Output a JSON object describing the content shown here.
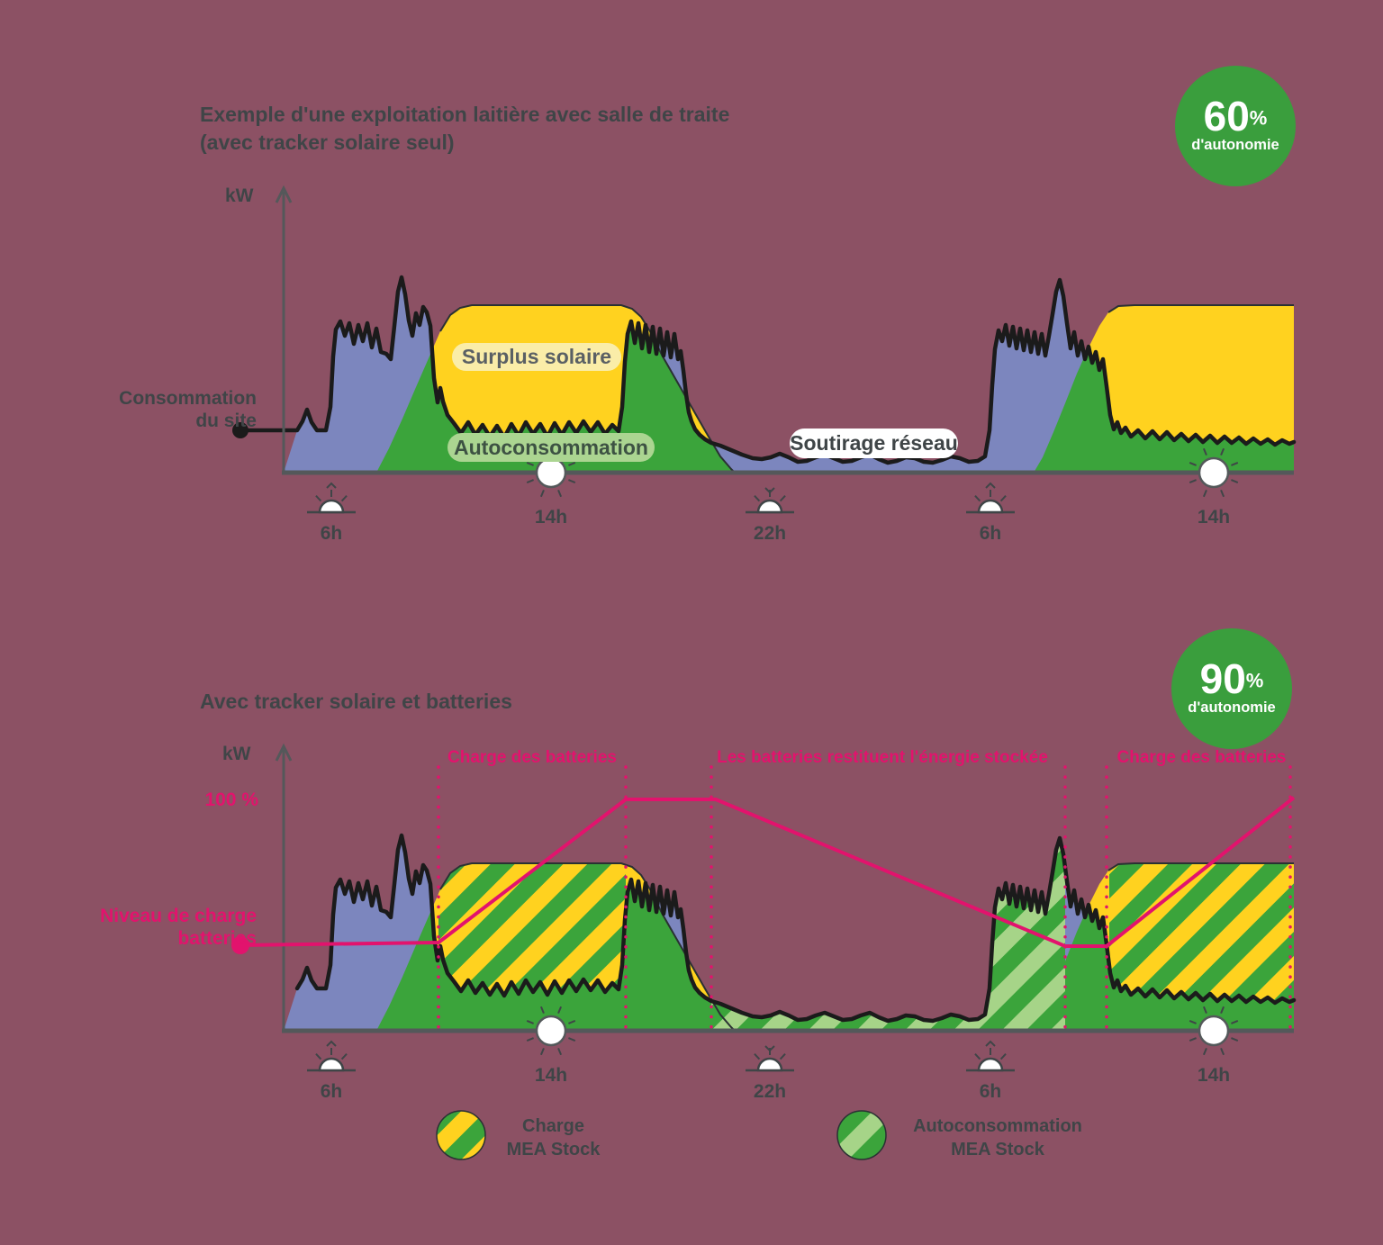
{
  "colors": {
    "background": "#8C5164",
    "blue": "#7C86BE",
    "green": "#3BA43B",
    "light_green": "#A6D488",
    "yellow": "#FFD21F",
    "pink": "#E2136D",
    "ink": "#1B1B1B",
    "axis": "#54585A",
    "text_dark": "#3F4547",
    "badge_green": "#3A9E3D",
    "solar_edge": "#2A3133"
  },
  "chart_data": [
    {
      "id": "solo",
      "type": "area",
      "title_lines": [
        "Exemple d'une exploitation laitière avec salle de traite",
        "(avec tracker solaire seul)"
      ],
      "badge": {
        "value": "60",
        "percent": "%",
        "label": "d'autonomie"
      },
      "ylabel": "kW",
      "xlabel": "",
      "axis_x": 315,
      "baseline_y": 525,
      "axis_top_y": 205,
      "x_end": 1437,
      "offset_y": 0,
      "grid": false,
      "ticks": [
        {
          "label": "6h",
          "x": 368,
          "icon": "sunrise"
        },
        {
          "label": "14h",
          "x": 612,
          "icon": "sun"
        },
        {
          "label": "22h",
          "x": 855,
          "icon": "sunset"
        },
        {
          "label": "6h",
          "x": 1100,
          "icon": "sunrise"
        },
        {
          "label": "14h",
          "x": 1348,
          "icon": "sun"
        }
      ],
      "labels": {
        "consumption_lines": [
          "Consommation",
          "du site"
        ],
        "surplus": "Surplus solaire",
        "self_consumption": "Autoconsommation",
        "grid_draw": "Soutirage réseau"
      },
      "series": {
        "solar": [
          [
            418,
            525
          ],
          [
            432,
            498
          ],
          [
            447,
            465
          ],
          [
            462,
            430
          ],
          [
            476,
            398
          ],
          [
            489,
            368
          ],
          [
            500,
            350
          ],
          [
            511,
            342
          ],
          [
            524,
            339
          ],
          [
            690,
            339
          ],
          [
            702,
            343
          ],
          [
            712,
            352
          ],
          [
            722,
            368
          ],
          [
            736,
            396
          ],
          [
            752,
            424
          ],
          [
            768,
            452
          ],
          [
            784,
            480
          ],
          [
            800,
            507
          ],
          [
            812,
            521
          ],
          [
            816,
            525
          ],
          [
            1148,
            525
          ],
          [
            1158,
            508
          ],
          [
            1170,
            480
          ],
          [
            1183,
            448
          ],
          [
            1196,
            415
          ],
          [
            1209,
            386
          ],
          [
            1221,
            362
          ],
          [
            1231,
            347
          ],
          [
            1242,
            340
          ],
          [
            1260,
            339
          ],
          [
            1437,
            339
          ]
        ],
        "consumption": [
          [
            267,
            478
          ],
          [
            330,
            478
          ],
          [
            336,
            468
          ],
          [
            341,
            455
          ],
          [
            346,
            469
          ],
          [
            352,
            478
          ],
          [
            362,
            478
          ],
          [
            367,
            452
          ],
          [
            370,
            396
          ],
          [
            373,
            366
          ],
          [
            378,
            357
          ],
          [
            383,
            373
          ],
          [
            388,
            359
          ],
          [
            393,
            382
          ],
          [
            398,
            361
          ],
          [
            403,
            379
          ],
          [
            408,
            359
          ],
          [
            413,
            386
          ],
          [
            418,
            365
          ],
          [
            423,
            391
          ],
          [
            429,
            393
          ],
          [
            434,
            399
          ],
          [
            438,
            362
          ],
          [
            442,
            324
          ],
          [
            446,
            308
          ],
          [
            450,
            327
          ],
          [
            454,
            356
          ],
          [
            458,
            373
          ],
          [
            462,
            348
          ],
          [
            466,
            361
          ],
          [
            470,
            341
          ],
          [
            474,
            347
          ],
          [
            478,
            362
          ],
          [
            482,
            420
          ],
          [
            486,
            447
          ],
          [
            489,
            431
          ],
          [
            492,
            446
          ],
          [
            497,
            461
          ],
          [
            504,
            470
          ],
          [
            512,
            481
          ],
          [
            520,
            469
          ],
          [
            528,
            483
          ],
          [
            536,
            472
          ],
          [
            544,
            485
          ],
          [
            552,
            473
          ],
          [
            560,
            486
          ],
          [
            568,
            471
          ],
          [
            576,
            484
          ],
          [
            584,
            469
          ],
          [
            592,
            482
          ],
          [
            600,
            471
          ],
          [
            608,
            485
          ],
          [
            616,
            470
          ],
          [
            624,
            483
          ],
          [
            632,
            469
          ],
          [
            640,
            481
          ],
          [
            648,
            468
          ],
          [
            656,
            480
          ],
          [
            664,
            469
          ],
          [
            672,
            482
          ],
          [
            680,
            472
          ],
          [
            687,
            479
          ],
          [
            691,
            452
          ],
          [
            694,
            402
          ],
          [
            697,
            371
          ],
          [
            701,
            357
          ],
          [
            705,
            381
          ],
          [
            709,
            359
          ],
          [
            713,
            387
          ],
          [
            717,
            361
          ],
          [
            721,
            391
          ],
          [
            725,
            363
          ],
          [
            729,
            393
          ],
          [
            733,
            365
          ],
          [
            737,
            395
          ],
          [
            741,
            369
          ],
          [
            745,
            397
          ],
          [
            749,
            371
          ],
          [
            753,
            399
          ],
          [
            756,
            390
          ],
          [
            759,
            412
          ],
          [
            762,
            438
          ],
          [
            765,
            458
          ],
          [
            768,
            468
          ],
          [
            772,
            477
          ],
          [
            777,
            483
          ],
          [
            783,
            488
          ],
          [
            790,
            492
          ],
          [
            800,
            495
          ],
          [
            812,
            500
          ],
          [
            824,
            505
          ],
          [
            836,
            509
          ],
          [
            846,
            510
          ],
          [
            856,
            508
          ],
          [
            866,
            504
          ],
          [
            876,
            508
          ],
          [
            886,
            513
          ],
          [
            896,
            512
          ],
          [
            906,
            508
          ],
          [
            916,
            505
          ],
          [
            926,
            509
          ],
          [
            936,
            513
          ],
          [
            946,
            512
          ],
          [
            956,
            508
          ],
          [
            966,
            505
          ],
          [
            976,
            510
          ],
          [
            986,
            514
          ],
          [
            996,
            512
          ],
          [
            1006,
            508
          ],
          [
            1016,
            509
          ],
          [
            1026,
            513
          ],
          [
            1036,
            514
          ],
          [
            1046,
            511
          ],
          [
            1056,
            507
          ],
          [
            1066,
            509
          ],
          [
            1076,
            513
          ],
          [
            1086,
            512
          ],
          [
            1094,
            507
          ],
          [
            1099,
            478
          ],
          [
            1102,
            428
          ],
          [
            1105,
            388
          ],
          [
            1109,
            367
          ],
          [
            1113,
            379
          ],
          [
            1117,
            361
          ],
          [
            1121,
            384
          ],
          [
            1125,
            363
          ],
          [
            1129,
            387
          ],
          [
            1133,
            365
          ],
          [
            1137,
            389
          ],
          [
            1141,
            367
          ],
          [
            1145,
            391
          ],
          [
            1149,
            369
          ],
          [
            1153,
            393
          ],
          [
            1157,
            371
          ],
          [
            1161,
            395
          ],
          [
            1165,
            373
          ],
          [
            1169,
            349
          ],
          [
            1173,
            324
          ],
          [
            1177,
            311
          ],
          [
            1181,
            329
          ],
          [
            1185,
            359
          ],
          [
            1189,
            387
          ],
          [
            1193,
            369
          ],
          [
            1197,
            395
          ],
          [
            1201,
            379
          ],
          [
            1205,
            399
          ],
          [
            1209,
            385
          ],
          [
            1213,
            403
          ],
          [
            1217,
            391
          ],
          [
            1221,
            411
          ],
          [
            1225,
            399
          ],
          [
            1229,
            429
          ],
          [
            1233,
            461
          ],
          [
            1237,
            477
          ],
          [
            1241,
            469
          ],
          [
            1245,
            481
          ],
          [
            1250,
            475
          ],
          [
            1256,
            485
          ],
          [
            1264,
            478
          ],
          [
            1272,
            487
          ],
          [
            1280,
            479
          ],
          [
            1288,
            488
          ],
          [
            1296,
            480
          ],
          [
            1304,
            489
          ],
          [
            1312,
            482
          ],
          [
            1320,
            490
          ],
          [
            1328,
            483
          ],
          [
            1336,
            491
          ],
          [
            1344,
            484
          ],
          [
            1352,
            492
          ],
          [
            1360,
            485
          ],
          [
            1368,
            492
          ],
          [
            1376,
            486
          ],
          [
            1384,
            493
          ],
          [
            1392,
            487
          ],
          [
            1400,
            493
          ],
          [
            1408,
            488
          ],
          [
            1416,
            494
          ],
          [
            1424,
            489
          ],
          [
            1432,
            493
          ],
          [
            1437,
            491
          ]
        ]
      },
      "solar_edge_ranges": [
        [
          484,
          816
        ],
        [
          1228,
          1437
        ]
      ]
    },
    {
      "id": "battery",
      "type": "area",
      "title": "Avec tracker solaire et batteries",
      "badge": {
        "value": "90",
        "percent": "%",
        "label": "d'autonomie"
      },
      "ylabel": "kW",
      "xlabel": "",
      "axis_x": 315,
      "baseline_y": 1145,
      "axis_top_y": 825,
      "x_end": 1437,
      "offset_y": 620,
      "grid": false,
      "series_ref": 0,
      "ticks": [
        {
          "label": "6h",
          "x": 368,
          "icon": "sunrise"
        },
        {
          "label": "14h",
          "x": 612,
          "icon": "sun"
        },
        {
          "label": "22h",
          "x": 855,
          "icon": "sunset"
        },
        {
          "label": "6h",
          "x": 1100,
          "icon": "sunrise"
        },
        {
          "label": "14h",
          "x": 1348,
          "icon": "sun"
        }
      ],
      "pct_label": "100 %",
      "level_lines": [
        "Niveau de charge",
        "batteries"
      ],
      "window_labels": [
        "Charge des batteries",
        "Les batteries restituent l'énergie stockée",
        "Charge des batteries"
      ],
      "battery_line": [
        [
          267,
          1050
        ],
        [
          487,
          1047
        ],
        [
          695,
          888
        ],
        [
          795,
          888
        ],
        [
          1183,
          1051
        ],
        [
          1229,
          1051
        ],
        [
          1437,
          886
        ]
      ],
      "dotted_x": [
        487,
        695,
        790,
        1183,
        1229,
        1433
      ],
      "dotted_top_y": 852,
      "windows": {
        "charge_1": [
          487,
          695
        ],
        "discharge": [
          790,
          1183
        ],
        "charge_2": [
          1232,
          1437
        ]
      },
      "legend": [
        {
          "swatch": "stripe-yellow-green",
          "lines": [
            "Charge",
            "MEA Stock"
          ]
        },
        {
          "swatch": "stripe-green-light",
          "lines": [
            "Autoconsommation",
            "MEA Stock"
          ]
        }
      ]
    }
  ]
}
